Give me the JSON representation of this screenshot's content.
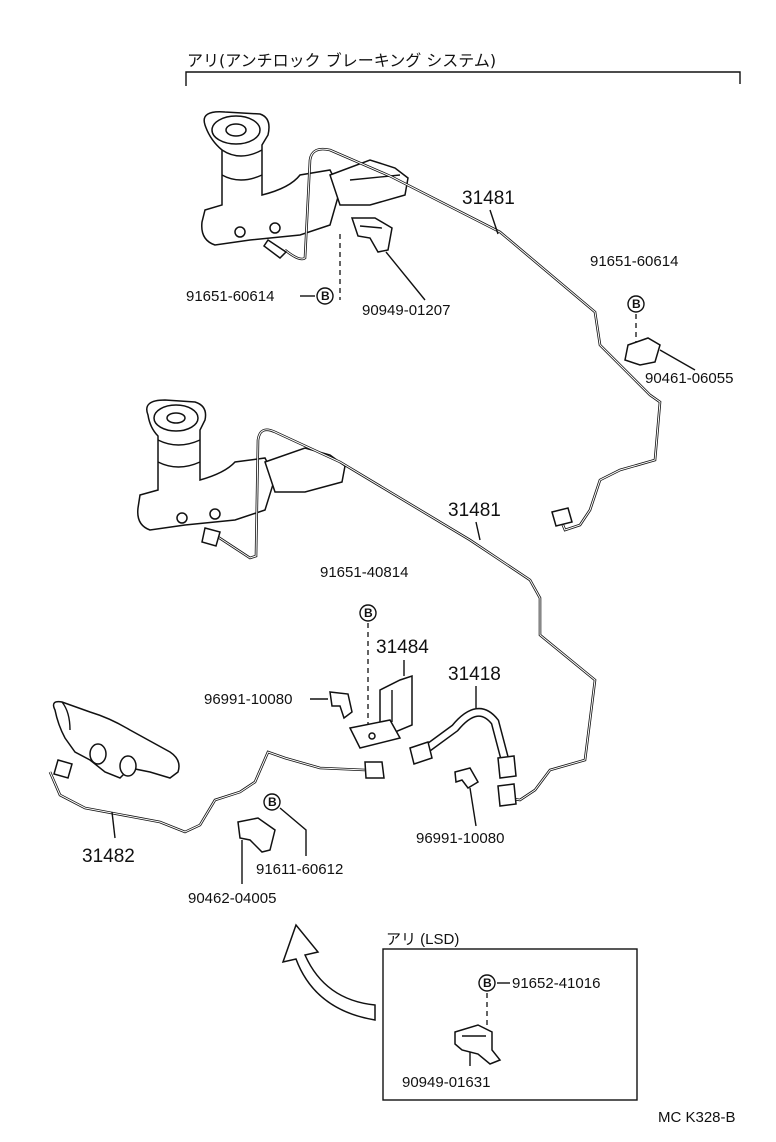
{
  "header": {
    "title": "アリ(アンチロック ブレーキング システム)"
  },
  "upper": {
    "tube_label": "31481",
    "left_bolt": "91651-60614",
    "left_clamp": "90949-01207",
    "right_bolt": "91651-60614",
    "right_clamp": "90461-06055",
    "badge": "B"
  },
  "lower": {
    "tube_label": "31481",
    "bracket_bolt": "91651-40814",
    "bracket": "31484",
    "hose": "31418",
    "clip_left": "96991-10080",
    "clip_right": "96991-10080",
    "tube_rear": "31482",
    "clamp_bolt": "91611-60612",
    "clamp": "90462-04005",
    "badge": "B"
  },
  "inset": {
    "title": "アリ (LSD)",
    "bolt": "91652-41016",
    "clamp": "90949-01631",
    "badge": "B"
  },
  "footer": {
    "code": "MC K328-B"
  }
}
